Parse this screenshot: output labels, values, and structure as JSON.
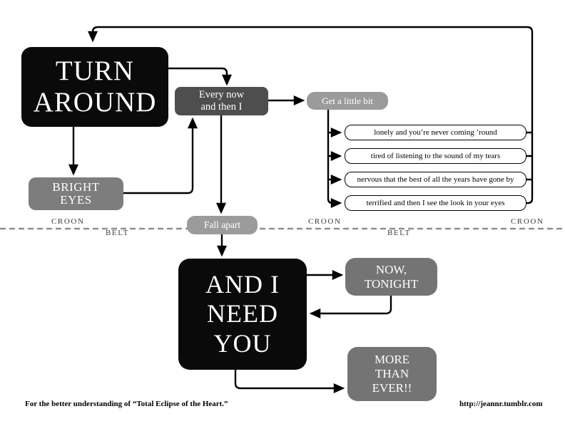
{
  "nodes": {
    "turn_around": {
      "lines": [
        "TURN",
        "AROUND"
      ]
    },
    "bright_eyes": {
      "lines": [
        "BRIGHT",
        "EYES"
      ]
    },
    "every_now_and_then": {
      "lines": [
        "Every now",
        "and then I"
      ]
    },
    "get_a_little_bit": {
      "label": "Get a little bit"
    },
    "fall_apart": {
      "label": "Fall apart"
    },
    "and_i_need_you": {
      "lines": [
        "AND I",
        "NEED",
        "YOU"
      ]
    },
    "now_tonight": {
      "lines": [
        "NOW,",
        "TONIGHT"
      ]
    },
    "more_than_ever": {
      "lines": [
        "MORE",
        "THAN",
        "EVER!!"
      ]
    }
  },
  "lyrics": [
    "lonely and you’re never coming ’round",
    "tired of listening to the sound of my tears",
    "nervous that the best of all the years have gone by",
    "terrified and then I see the look in your eyes"
  ],
  "voice_labels": {
    "left_above": "CROON",
    "left_below": "BELT",
    "center_above": "CROON",
    "center_below": "BELT",
    "right_above": "CROON"
  },
  "footer": {
    "left": "For the better understanding of “Total Eclipse of the Heart.”",
    "right": "http://jeannr.tumblr.com"
  },
  "colors": {
    "black_node": "#0a0a0a",
    "dark_gray_node": "#4e4e4e",
    "gray_node": "#7d7d7d",
    "light_gray_node": "#9b9b9b",
    "medium_gray_node": "#747474",
    "divider": "#8f8f8f",
    "arrow": "#000000"
  }
}
